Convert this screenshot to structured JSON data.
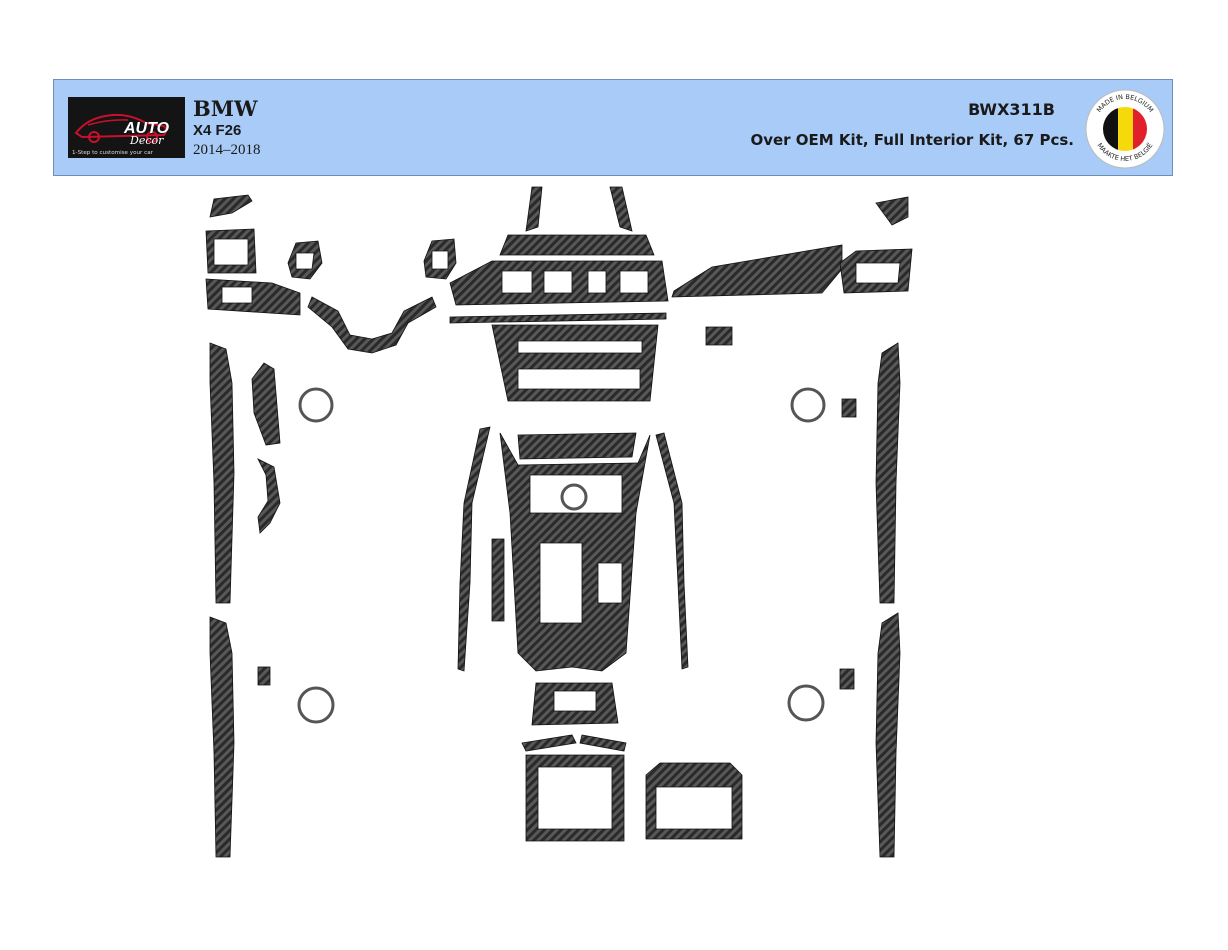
{
  "header": {
    "brand": "BMW",
    "model": "X4 F26",
    "years": "2014–2018",
    "product_code": "BWX311B",
    "description": "Over OEM Kit, Full Interior Kit, 67 Pcs."
  },
  "logo": {
    "word_auto": "AUTO",
    "word_decor": "Decor",
    "tagline": "1-Step to customise your car"
  },
  "badge": {
    "top_text": "MADE IN BELGIUM",
    "bottom_text": "MAAKTE HET BELGIË",
    "flag_colors": [
      "#111111",
      "#f5d90a",
      "#e0202b"
    ]
  },
  "colors": {
    "header_bg": "#a8cbf7",
    "carbon_dark": "#2a2a2a",
    "carbon_light": "#6a6a6a"
  }
}
